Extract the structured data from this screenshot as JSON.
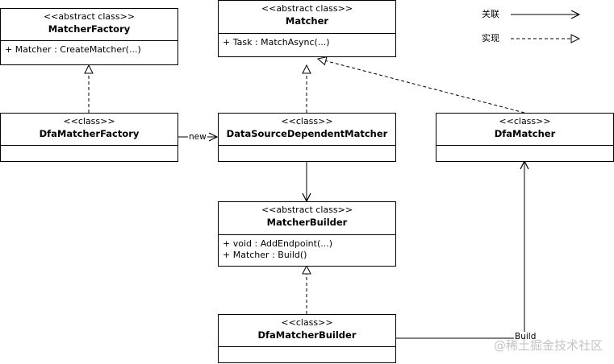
{
  "classes": {
    "matcher_factory": {
      "stereotype": "<<abstract class>>",
      "name": "MatcherFactory",
      "members": [
        "+ Matcher : CreateMatcher(...)"
      ]
    },
    "matcher": {
      "stereotype": "<<abstract class>>",
      "name": "Matcher",
      "members": [
        "+ Task : MatchAsync(...)"
      ]
    },
    "dfa_matcher_factory": {
      "stereotype": "<<class>>",
      "name": "DfaMatcherFactory",
      "members": []
    },
    "datasource_matcher": {
      "stereotype": "<<class>>",
      "name": "DataSourceDependentMatcher",
      "members": []
    },
    "dfa_matcher": {
      "stereotype": "<<class>>",
      "name": "DfaMatcher",
      "members": []
    },
    "matcher_builder": {
      "stereotype": "<<abstract class>>",
      "name": "MatcherBuilder",
      "members": [
        "+ void : AddEndpoint(...)",
        "+ Matcher : Build()"
      ]
    },
    "dfa_matcher_builder": {
      "stereotype": "<<class>>",
      "name": "DfaMatcherBuilder",
      "members": []
    }
  },
  "relations": {
    "new_label": "new",
    "build_label": "Build"
  },
  "legend": {
    "association": "关联",
    "realization": "实现"
  },
  "watermark": "@稀土掘金技术社区"
}
